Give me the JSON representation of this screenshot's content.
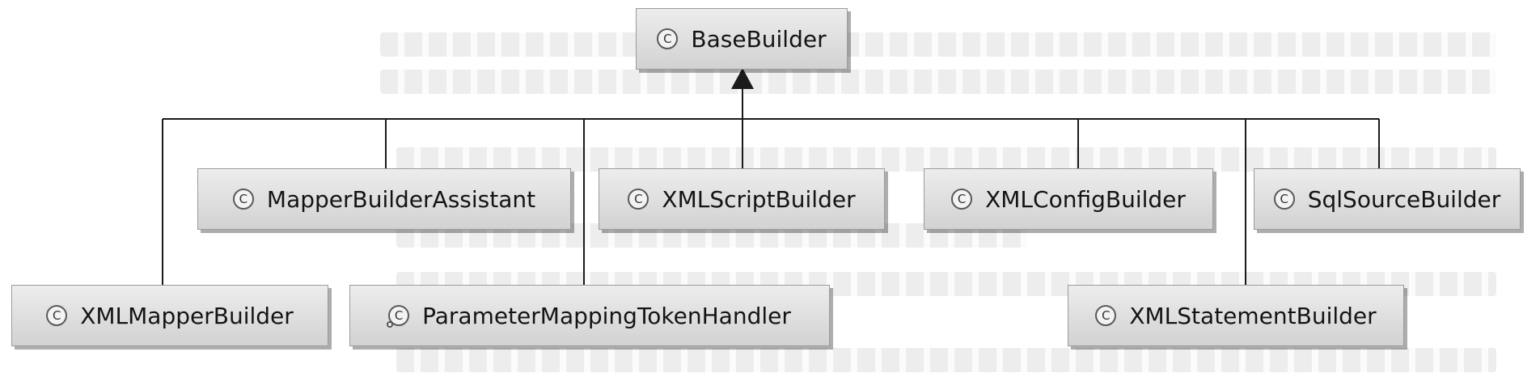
{
  "diagram": {
    "type": "uml-class-hierarchy",
    "class_marker": "C",
    "root": {
      "name": "BaseBuilder",
      "icon": "class-icon"
    },
    "subclasses": [
      {
        "id": "mapper-builder-assistant",
        "name": "MapperBuilderAssistant",
        "icon": "class-icon"
      },
      {
        "id": "xml-script-builder",
        "name": "XMLScriptBuilder",
        "icon": "class-icon"
      },
      {
        "id": "xml-config-builder",
        "name": "XMLConfigBuilder",
        "icon": "class-icon"
      },
      {
        "id": "sql-source-builder",
        "name": "SqlSourceBuilder",
        "icon": "class-icon"
      },
      {
        "id": "xml-mapper-builder",
        "name": "XMLMapperBuilder",
        "icon": "class-icon"
      },
      {
        "id": "parameter-mapping-token-handler",
        "name": "ParameterMappingTokenHandler",
        "icon": "inner-class-icon"
      },
      {
        "id": "xml-statement-builder",
        "name": "XMLStatementBuilder",
        "icon": "class-icon"
      }
    ],
    "relationship": "generalization",
    "colors": {
      "box_top": "#ededed",
      "box_bottom": "#d2d2d2",
      "border": "#9b9b9b",
      "line": "#1a1a1a"
    }
  }
}
